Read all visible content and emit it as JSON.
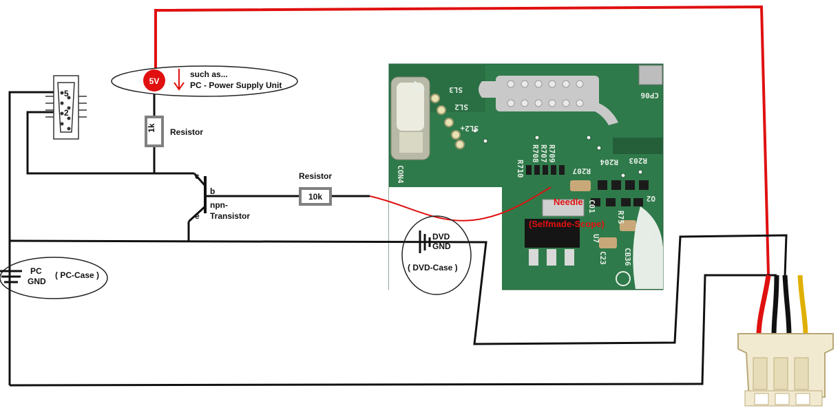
{
  "labels": {
    "v5": "5V",
    "such_as": "such as...",
    "psu": "PC - Power Supply Unit",
    "r1_value": "1k",
    "r1_title": "Resistor",
    "r2_value": "10k",
    "r2_title": "Resistor",
    "pin_c": "c",
    "pin_b": "b",
    "pin_e": "e",
    "npn_line1": "npn-",
    "npn_line2": "Transistor",
    "dvd_line1": "DVD",
    "dvd_line2": "GND",
    "dvd_case": "( DVD-Case )",
    "pc_line1": "PC",
    "pc_line2": "GND",
    "pc_case": "( PC-Case )",
    "serial_pin5": "5",
    "serial_pin2": "2",
    "needle": "Needle",
    "needle_sub": "(Selfmade-Scope)"
  },
  "pcb_silkscreen": {
    "sl3": "SL3",
    "sl2": "SL2",
    "sl2p": "SL2+",
    "cp06": "CP06",
    "r709": "R709",
    "r707": "R707",
    "r708": "R708",
    "r710": "R710",
    "r207": "R207",
    "r204": "R204",
    "r203": "R203",
    "con4": "CON4",
    "c01": "C01",
    "u7": "U7",
    "c23": "C23",
    "r7": "R7",
    "cb36": "CB36",
    "o2": "O2",
    "r75": "R75"
  },
  "colors": {
    "wire_black": "#111111",
    "wire_red": "#e01010",
    "wire_yellow": "#e0b000",
    "pcb_green": "#2f7a4a",
    "resistor_border": "#808080",
    "connector_body": "#f2ead0"
  }
}
